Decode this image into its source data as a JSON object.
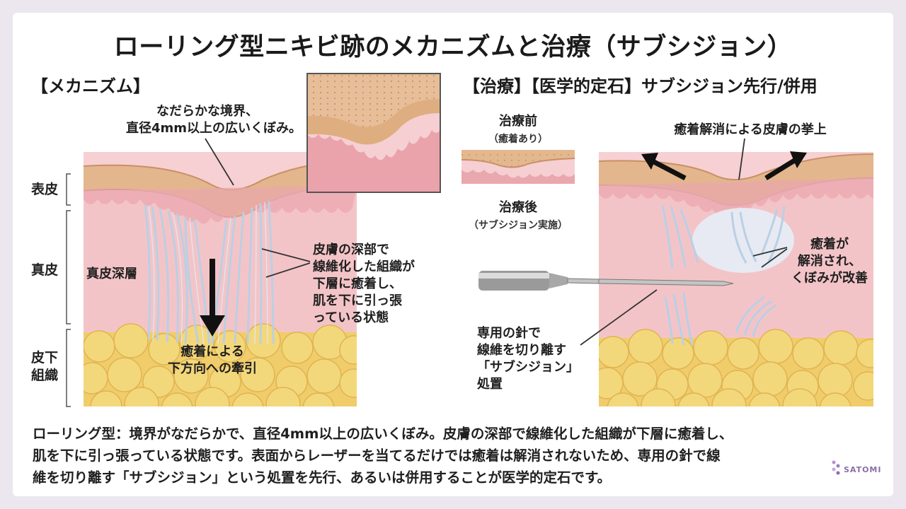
{
  "title": "ローリング型ニキビ跡のメカニズムと治療（サブシジョン）",
  "mechanism": {
    "heading": "【メカニズム】",
    "top_callout": [
      "なだらかな境界、",
      "直径4mm以上の広いくぼみ。"
    ],
    "layers": {
      "epidermis": "表皮",
      "dermis": "真皮",
      "subcutis": [
        "皮下",
        "組織"
      ]
    },
    "deep_dermis": "真皮深層",
    "fiber_callout": [
      "皮膚の深部で",
      "線維化した組織が",
      "下層に癒着し、",
      "肌を下に引っ張",
      "っている状態"
    ],
    "traction_label": [
      "癒着による",
      "下方向への牽引"
    ]
  },
  "treatment": {
    "heading": "【治療】【医学的定石】サブシジョン先行/併用",
    "before_label": "治療前",
    "before_sub": "（癒着あり）",
    "after_label": "治療後",
    "after_sub": "（サブシジョン実施）",
    "lift_label": "癒着解消による皮膚の挙上",
    "resolved_label": [
      "癒着が",
      "解消され、",
      "くぼみが改善"
    ],
    "needle_label": [
      "専用の針で",
      "線維を切り離す",
      "「サブシジョン」",
      "処置"
    ]
  },
  "footer": [
    "ローリング型：境界がなだらかで、直径4mm以上の広いくぼみ。皮膚の深部で線維化した組織が下層に癒着し、",
    "肌を下に引っ張っている状態です。表面からレーザーを当てるだけでは癒着は解消されないため、専用の針で線",
    "維を切り離す「サブシジョン」という処置を先行、あるいは併用することが医学的定石です。"
  ],
  "brand": "SATOMI",
  "colors": {
    "epidermis": "#e3b890",
    "dermis": "#f4c6c8",
    "fat": "#f3d77b",
    "fiber": "#b8cfe6"
  }
}
